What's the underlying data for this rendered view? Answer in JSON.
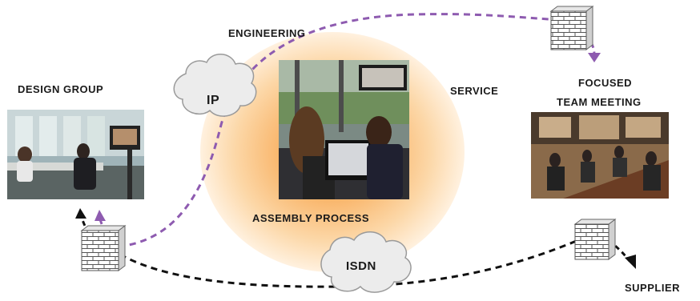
{
  "labels": {
    "engineering": "ENGINEERING",
    "design_group": "DESIGN GROUP",
    "service": "SERVICE",
    "focused_line1": "FOCUSED",
    "focused_line2": "TEAM MEETING",
    "assembly": "ASSEMBLY PROCESS",
    "supplier": "SUPPLIER"
  },
  "clouds": {
    "ip": "IP",
    "isdn": "ISDN"
  },
  "colors": {
    "ip_link": "#8e5bb0",
    "isdn_link": "#111111",
    "glow": "#f7a24a"
  }
}
